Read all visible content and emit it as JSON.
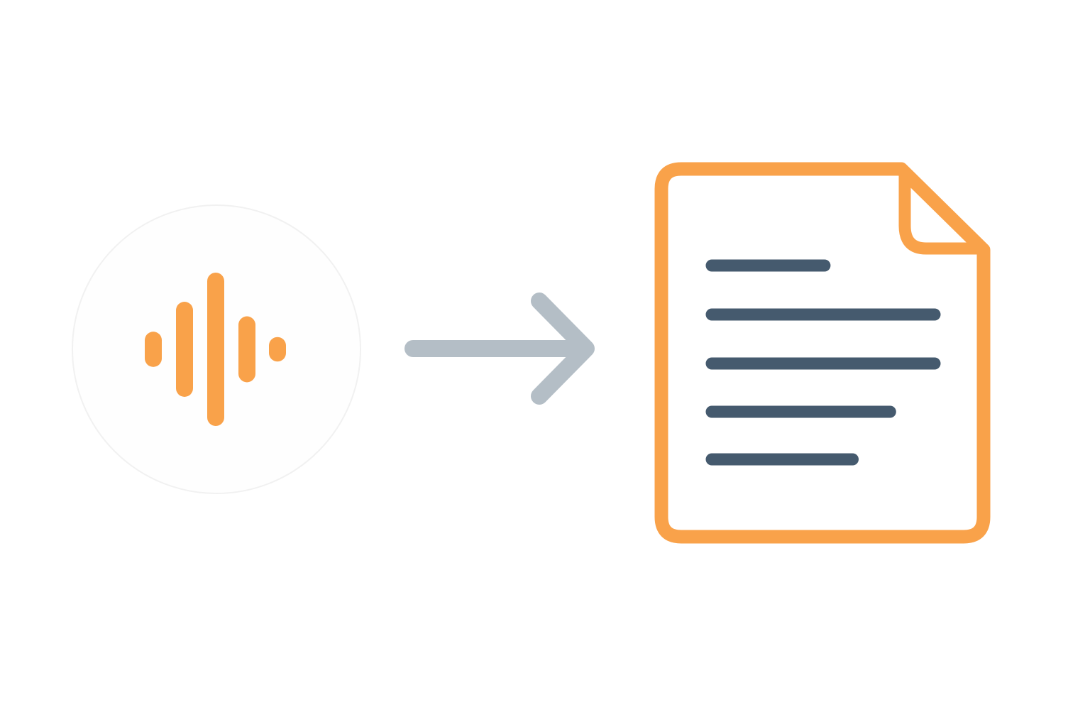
{
  "diagram": {
    "source": {
      "icon": "audio-waveform-icon",
      "waveform_bar_heights": [
        0.23,
        0.62,
        1.0,
        0.43,
        0.16
      ]
    },
    "connector": {
      "icon": "arrow-right-icon"
    },
    "target": {
      "icon": "text-document-icon",
      "text_line_lengths": [
        0.53,
        1.0,
        1.0,
        0.81,
        0.65
      ]
    }
  },
  "colors": {
    "accent": "#F9A24A",
    "arrow": "#B4BEC6",
    "text_lines": "#455A6E",
    "circle_fill": "#FEFEFE",
    "circle_border": "#F1F1F1",
    "background": "#FFFFFF"
  }
}
